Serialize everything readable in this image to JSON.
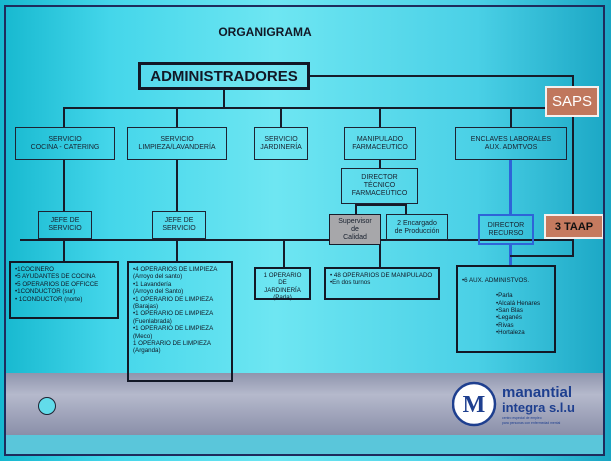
{
  "title": "ORGANIGRAMA",
  "root": "ADMINISTRADORES",
  "badges": {
    "saps": "SAPS",
    "taap": "3 TAAP"
  },
  "services": {
    "cocina": "SERVICIO\nCOCINA - CATERING",
    "limpieza": "SERVICIO\nLIMPIEZA/LAVANDERÍA",
    "jardineria": "SERVICIO\nJARDINERÍA",
    "manipulado": "MANIPULADO\nFARMACEUTICO",
    "enclaves": "ENCLAVES LABORALES\nAUX. ADMTVOS"
  },
  "director_tecnico": "DIRECTOR\nTÉCNICO\nFARMACEÚTICO",
  "jefe_cocina": "JEFE DE\nSERVICIO",
  "jefe_limpieza": "JEFE DE\nSERVICIO",
  "supervisor": "Supervisor\nde\nCalidad",
  "encargado": "2 Encargado\nde Producción",
  "director_recurso": "DIRECTOR\nRECURSO",
  "lists": {
    "cocina": "•1COCINERO\n•5 AYUDANTES DE COCINA\n•5 OPERARIOS DE OFFICCE\n•1CONDUCTOR (sur)\n• 1CONDUCTOR (norte)",
    "limpieza": "•4 OPERARIOS DE LIMPIEZA\n(Arroyo del santo)\n•1 Lavandería\n(Arroyo del Santo)\n•1 OPERARIO DE LIMPIEZA\n(Barajas)\n•1 OPERARIO DE LIMPIEZA\n(Fuenlabrada)\n•1 OPERARIO DE LIMPIEZA\n(Meco)\n1 OPERARIO DE LIMPIEZA\n(Arganda)",
    "jardineria": "1 OPERARIO\nDE JARDINERÍA\n(Parla)",
    "manipulado": "• 48 OPERARIOS DE MANIPULADO\n•En dos turnos",
    "enclaves_head": "•6 AUX. ADMINISTVOS.",
    "enclaves_items": "•Parla\n•Alcalá Henares\n•San Blas\n•Leganés\n•Rivas\n•Hortaleza"
  },
  "logo": {
    "line1": "manantial",
    "line2": "integra s.l.u",
    "tagline1": "centro especial de empleo",
    "tagline2": "para personas con enfermedad mental",
    "mark": "M",
    "brand_color": "#1e3f8f"
  },
  "colors": {
    "background": "#4ad0e6",
    "band": "#a2a7bd",
    "saps": "#c0775d",
    "supervisor": "#a7a7aa",
    "highlight": "#2e64d8"
  }
}
